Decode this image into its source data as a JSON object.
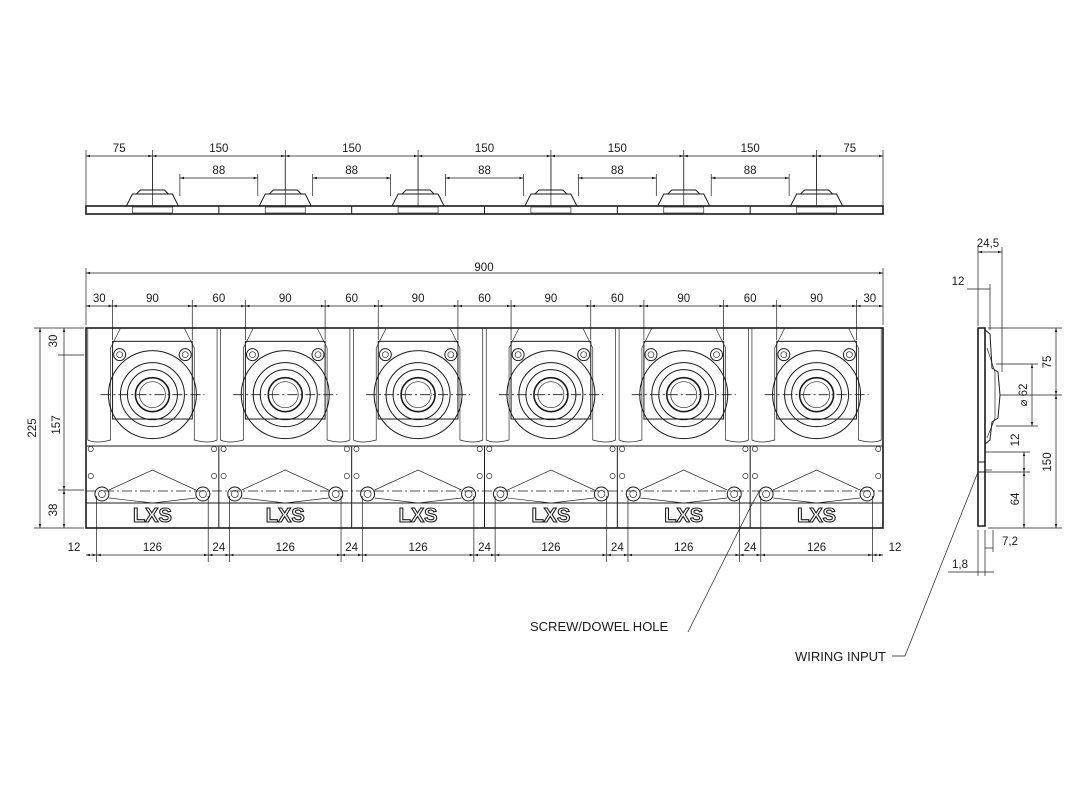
{
  "top_view": {
    "dims_top": [
      "75",
      "150",
      "150",
      "150",
      "150",
      "150",
      "75"
    ],
    "dims_inner": [
      "88",
      "88",
      "88",
      "88",
      "88"
    ]
  },
  "front_view": {
    "overall_width": "900",
    "dims_top": [
      "30",
      "90",
      "60",
      "90",
      "60",
      "90",
      "60",
      "90",
      "60",
      "90",
      "60",
      "90",
      "30"
    ],
    "dims_bottom": [
      "12",
      "126",
      "24",
      "126",
      "24",
      "126",
      "24",
      "126",
      "24",
      "126",
      "24",
      "126",
      "12"
    ],
    "dims_left": {
      "overall": "225",
      "upper": "157",
      "top_offset": "30",
      "lower": "38"
    },
    "logo_text": "LXS",
    "callout_screw": "SCREW/DOWEL HOLE",
    "callout_wiring": "WIRING INPUT"
  },
  "side_view": {
    "dim_depth": "24,5",
    "dim_12_top": "12",
    "dim_75": "75",
    "dim_diameter": "⌀ 62",
    "dim_12_mid": "12",
    "dim_150": "150",
    "dim_64": "64",
    "dim_7_2": "7,2",
    "dim_1_8": "1,8"
  }
}
